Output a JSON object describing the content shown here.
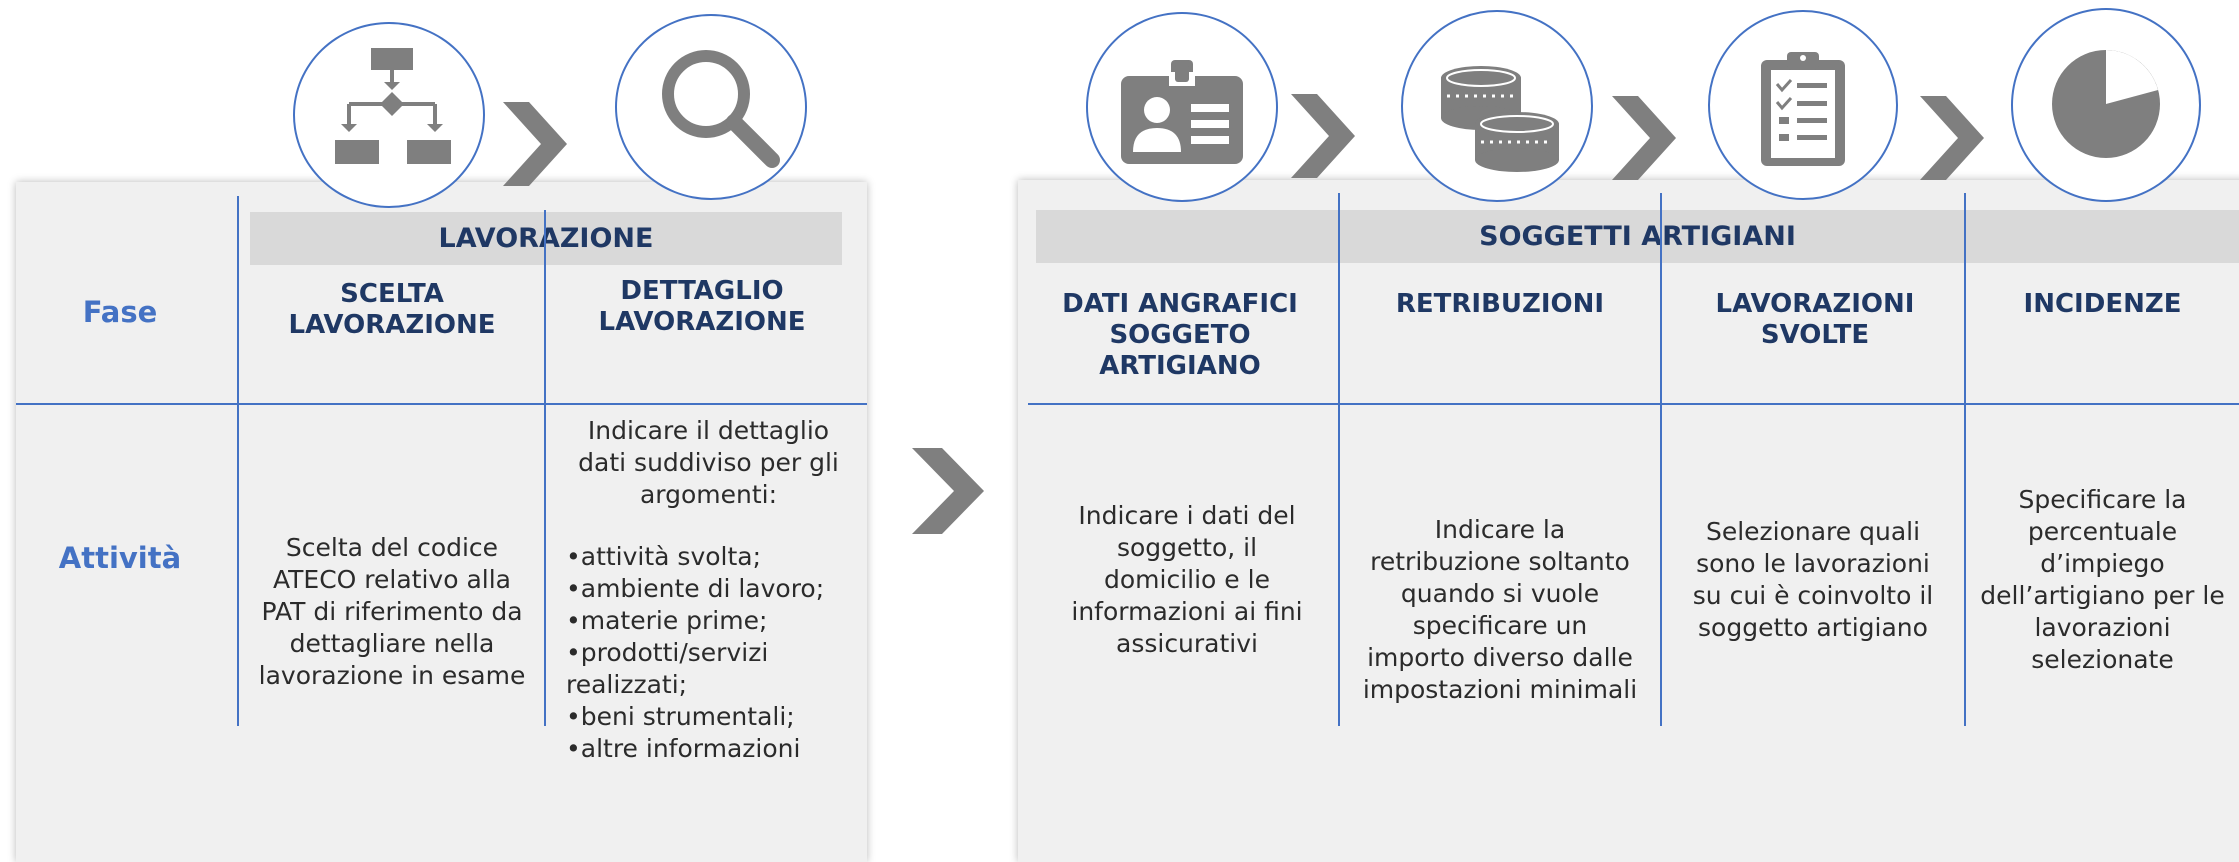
{
  "left": {
    "group_header": "LAVORAZIONE",
    "columns": [
      "SCELTA\nLAVORAZIONE",
      "DETTAGLIO\nLAVORAZIONE"
    ],
    "rows": {
      "fase": "Fase",
      "attivita": "Attività"
    },
    "cells": {
      "scelta": "Scelta del codice ATECO relativo alla PAT di riferimento da dettagliare nella lavorazione in esame",
      "dettaglio_intro": "Indicare il dettaglio dati suddiviso per gli  argomenti:",
      "dettaglio_items": [
        "•attività svolta;",
        "•ambiente di lavoro;",
        "•materie prime;",
        "•prodotti/servizi realizzati;",
        "•beni strumentali;",
        "•altre informazioni"
      ]
    }
  },
  "right": {
    "group_header": "SOGGETTI ARTIGIANI",
    "columns": [
      "DATI ANGRAFICI\nSOGGETO\nARTIGIANO",
      "RETRIBUZIONI",
      "LAVORAZIONI\nSVOLTE",
      "INCIDENZE"
    ],
    "cells": [
      "Indicare i dati del soggetto, il domicilio e le informazioni ai fini assicurativi",
      "Indicare la retribuzione soltanto quando si vuole specificare un importo diverso dalle impostazioni minimali",
      "Selezionare quali sono le lavorazioni su cui è coinvolto il soggetto artigiano",
      "Specificare la percentuale d’impiego dell’artigiano per le lavorazioni selezionate"
    ]
  },
  "icons": [
    "flowchart-icon",
    "magnifier-icon",
    "id-badge-icon",
    "coins-icon",
    "clipboard-checklist-icon",
    "pie-chart-icon"
  ],
  "colors": {
    "accent": "#4472c4",
    "header_text": "#1f3864",
    "icon_gray": "#7f7f7f",
    "panel_bg": "#f0f0f0",
    "bar_bg": "#d9d9d9"
  }
}
